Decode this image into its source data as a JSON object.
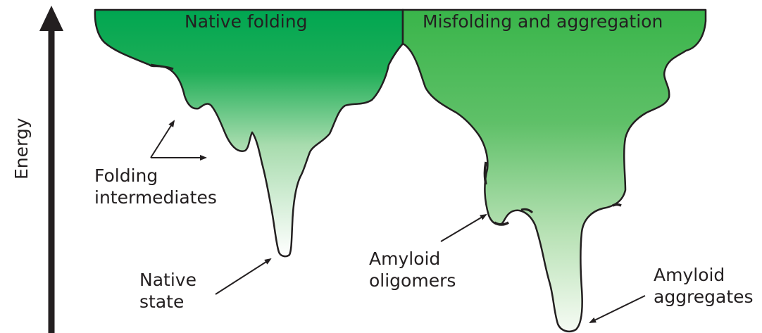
{
  "axis": {
    "label": "Energy"
  },
  "regions": {
    "native": {
      "title": "Native folding"
    },
    "misfolding": {
      "title": "Misfolding and aggregation"
    }
  },
  "annotations": {
    "folding_intermediates": {
      "line1": "Folding",
      "line2": "intermediates"
    },
    "native_state": {
      "line1": "Native",
      "line2": "state"
    },
    "amyloid_oligomers": {
      "line1": "Amyloid",
      "line2": "oligomers"
    },
    "amyloid_aggregates": {
      "line1": "Amyloid",
      "line2": "aggregates"
    }
  },
  "colors": {
    "native_top": "#00a651",
    "native_bottom": "#ffffff",
    "misfold_top": "#39b54a",
    "misfold_bottom": "#f4faf2",
    "outline": "#231f20"
  }
}
